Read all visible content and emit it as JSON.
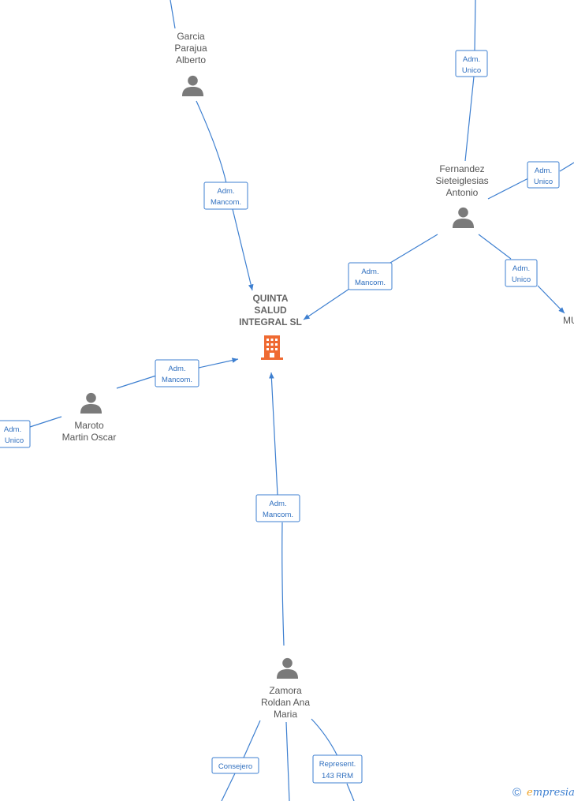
{
  "company": {
    "name_lines": [
      "QUINTA",
      "SALUD",
      "INTEGRAL  SL"
    ],
    "icon": "building-icon",
    "color": "#ef6a32"
  },
  "persons": {
    "garcia": {
      "name_lines": [
        "Garcia",
        "Parajua",
        "Alberto"
      ],
      "icon": "person-icon"
    },
    "fernandez": {
      "name_lines": [
        "Fernandez",
        "Sieteiglesias",
        "Antonio"
      ],
      "icon": "person-icon"
    },
    "maroto": {
      "name_lines": [
        "Maroto",
        "Martin Oscar"
      ],
      "icon": "person-icon"
    },
    "zamora": {
      "name_lines": [
        "Zamora",
        "Roldan Ana",
        "Maria"
      ],
      "icon": "person-icon"
    },
    "partial_right": {
      "name_lines": [
        "MU"
      ]
    }
  },
  "relations": {
    "garcia_company": [
      "Adm.",
      "Mancom."
    ],
    "fernandez_company": [
      "Adm.",
      "Mancom."
    ],
    "maroto_company": [
      "Adm.",
      "Mancom."
    ],
    "zamora_company": [
      "Adm.",
      "Mancom."
    ],
    "fernandez_top": [
      "Adm.",
      "Unico"
    ],
    "fernandez_right": [
      "Adm.",
      "Unico"
    ],
    "fernandez_mu": [
      "Adm.",
      "Unico"
    ],
    "maroto_left": [
      "Adm.",
      "Unico"
    ],
    "zamora_consejero": [
      "Consejero"
    ],
    "zamora_represent": [
      "Represent.",
      "143 RRM"
    ]
  },
  "watermark": {
    "symbol": "©",
    "brand_initial": "e",
    "brand_rest": "mpresia"
  },
  "colors": {
    "edge": "#3d7fd0",
    "person": "#7a7a7a",
    "text": "#555555"
  }
}
